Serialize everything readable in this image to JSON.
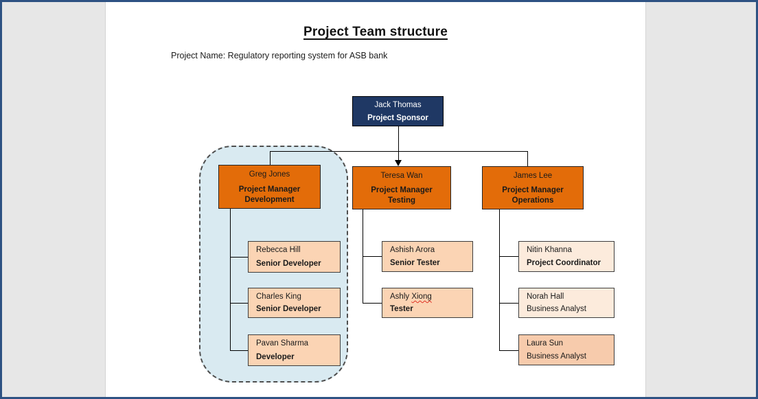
{
  "header": {
    "title": "Project Team structure",
    "project_line": "Project Name: Regulatory reporting system for ASB bank"
  },
  "org": {
    "sponsor": {
      "name": "Jack Thomas",
      "role": "Project Sponsor"
    },
    "development": {
      "manager": {
        "name": "Greg Jones",
        "role": "Project Manager Development"
      },
      "members": [
        {
          "name": "Rebecca Hill",
          "role": "Senior Developer"
        },
        {
          "name": "Charles King",
          "role": "Senior Developer"
        },
        {
          "name": "Pavan Sharma",
          "role": "Developer"
        }
      ]
    },
    "testing": {
      "manager": {
        "name": "Teresa Wan",
        "role": "Project Manager Testing"
      },
      "members": [
        {
          "name": "Ashish Arora",
          "role": "Senior Tester"
        },
        {
          "name_part1": "Ashly",
          "name_misspelled": "Xiong",
          "role": "Tester"
        }
      ]
    },
    "operations": {
      "manager": {
        "name": "James Lee",
        "role": "Project Manager Operations"
      },
      "members": [
        {
          "name": "Nitin Khanna",
          "role": "Project Coordinator"
        },
        {
          "name": "Norah Hall",
          "role": "Business Analyst"
        },
        {
          "name": "Laura Sun",
          "role": "Business Analyst"
        }
      ]
    }
  },
  "colors": {
    "frame": "#2E5283",
    "page_margin": "#E7E7E7",
    "sponsor_bg": "#1F3864",
    "manager_bg": "#E36C09",
    "member_bg": "#FBD4B4",
    "member_bg_pale": "#FCEBDC",
    "member_bg_deep": "#F7CBAC",
    "team_container_bg": "#D9EAF1",
    "connector": "#000000",
    "spell_error": "#E03023"
  },
  "icons": {
    "arrow_down": "arrow-down-connector"
  }
}
